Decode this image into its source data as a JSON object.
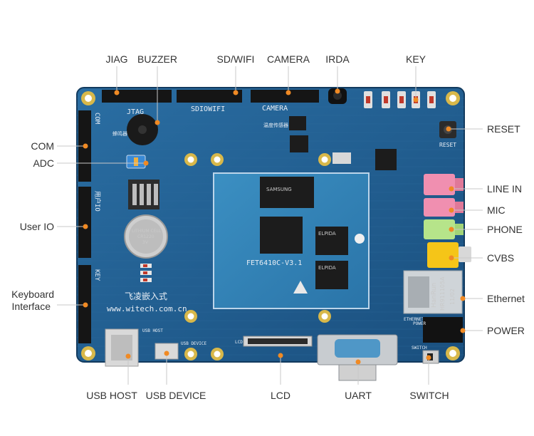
{
  "labels": {
    "top": [
      "JIAG",
      "BUZZER",
      "SD/WIFI",
      "CAMERA",
      "IRDA",
      "KEY"
    ],
    "left": [
      "COM",
      "ADC",
      "User IO",
      "Keyboard",
      "Interface"
    ],
    "right": [
      "RESET",
      "LINE IN",
      "MIC",
      "PHONE",
      "CVBS",
      "Ethernet",
      "POWER"
    ],
    "bottom": [
      "USB HOST",
      "USB DEVICE",
      "LCD",
      "UART",
      "SWITCH"
    ]
  },
  "silkscreen": {
    "jtag": "JTAG",
    "sdiowifi": "SDIOWIFI",
    "camera": "CAMERA",
    "com": "COM",
    "userio": "用户IO",
    "key": "KEY",
    "reset": "RESET",
    "usb_host": "USB HOST",
    "usb_device": "USB DEVICE",
    "lcd": "LCD",
    "switch": "SWITCH",
    "power": "POWER",
    "ethernet": "ETHERNET",
    "cn_name": "飞凌嵌入式",
    "url": "www.witech.com.cn",
    "buzzer_cn": "蜂鸣器",
    "temp_cn": "温度传感器"
  },
  "chips": {
    "som_model": "FET6410C-V3.1",
    "flash": "SAMSUNG",
    "ram": "ELPIDA",
    "ram2": "ELPIDA",
    "battery": "LITHIUM CELL",
    "battery2": "CR1220",
    "battery3": "3V",
    "eth_brand": "HanRun",
    "eth_model": "HR911105A",
    "eth_date": "11/02"
  },
  "colors": {
    "board": "#1e5a8c",
    "leader": "#c8c8c8",
    "dot": "#f08a24",
    "label": "#333333"
  }
}
